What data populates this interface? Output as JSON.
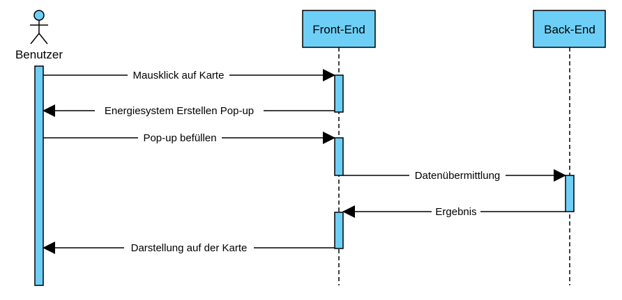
{
  "colors": {
    "box_fill": "#6ECFF6",
    "stroke": "#000000",
    "background": "#ffffff"
  },
  "participants": [
    {
      "id": "benutzer",
      "label": "Benutzer",
      "kind": "actor",
      "icon": "actor-icon"
    },
    {
      "id": "frontend",
      "label": "Front-End",
      "kind": "box"
    },
    {
      "id": "backend",
      "label": "Back-End",
      "kind": "box"
    }
  ],
  "messages": [
    {
      "from": "benutzer",
      "to": "frontend",
      "label": "Mausklick auf Karte"
    },
    {
      "from": "frontend",
      "to": "benutzer",
      "label": "Energiesystem Erstellen Pop-up"
    },
    {
      "from": "benutzer",
      "to": "frontend",
      "label": "Pop-up befüllen"
    },
    {
      "from": "frontend",
      "to": "backend",
      "label": "Datenübermittlung"
    },
    {
      "from": "backend",
      "to": "frontend",
      "label": "Ergebnis"
    },
    {
      "from": "frontend",
      "to": "benutzer",
      "label": "Darstellung auf der Karte"
    }
  ]
}
